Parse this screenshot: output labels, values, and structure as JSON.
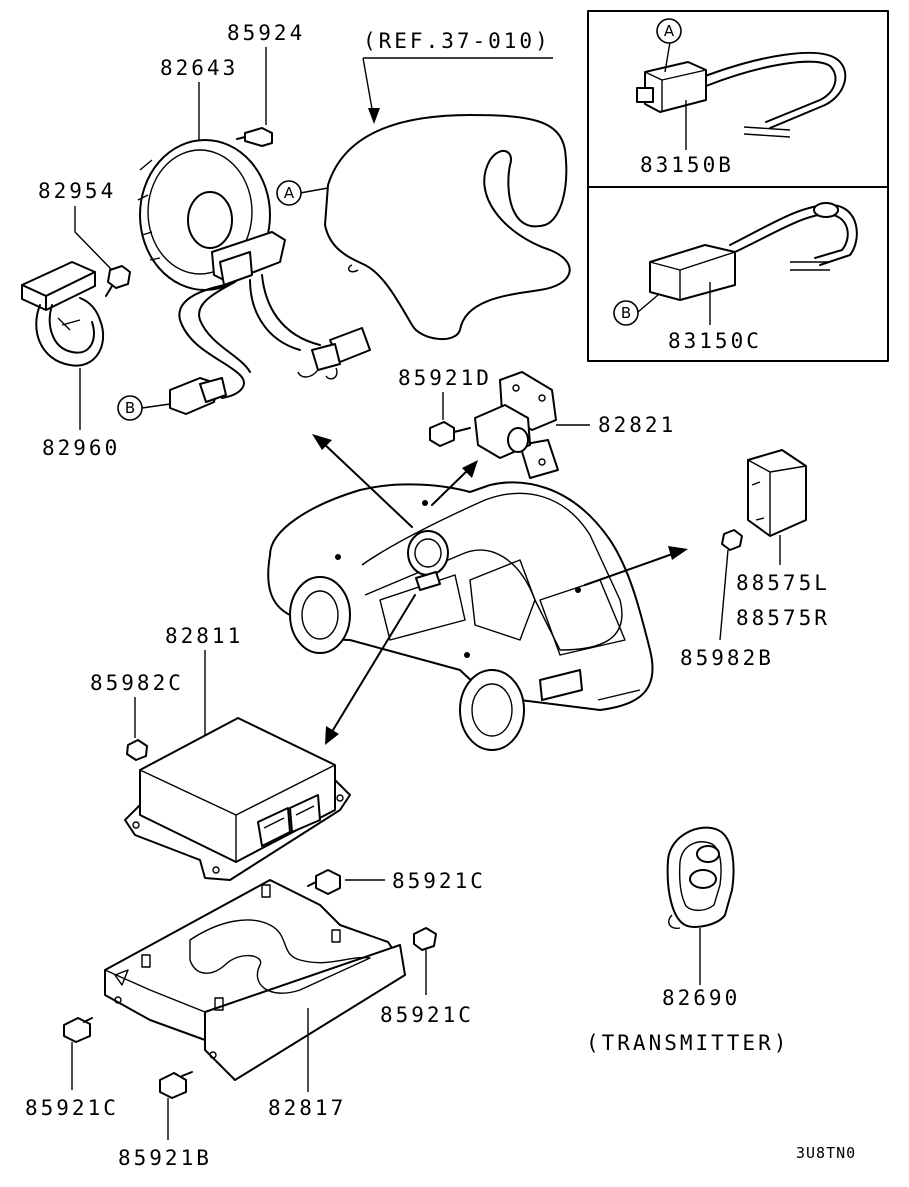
{
  "drawing_code": "3U8TN0",
  "reference": "(REF.37-010)",
  "transmitter_caption": "(TRANSMITTER)",
  "callouts": {
    "a": "A",
    "b": "B"
  },
  "parts": {
    "p85924": "85924",
    "p82643": "82643",
    "p82954": "82954",
    "p82960": "82960",
    "p85921D": "85921D",
    "p82821": "82821",
    "p83150B": "83150B",
    "p83150C": "83150C",
    "p88575L": "88575L",
    "p88575R": "88575R",
    "p85982B": "85982B",
    "p82811": "82811",
    "p85982C": "85982C",
    "p85921C_top": "85921C",
    "p85921C_right": "85921C",
    "p85921C_left": "85921C",
    "p85921B": "85921B",
    "p82817": "82817",
    "p82690": "82690"
  }
}
